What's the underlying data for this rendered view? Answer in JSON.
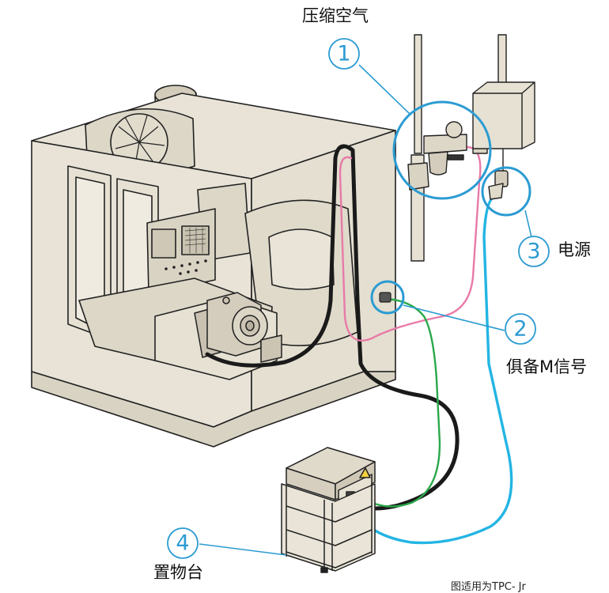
{
  "labels": {
    "compressed_air": "压缩空气",
    "power": "电源",
    "m_signal": "俱备M信号",
    "stand": "置物台",
    "note": "图适用为TPC- Jr"
  },
  "callouts": {
    "one": "1",
    "two": "2",
    "three": "3",
    "four": "4"
  },
  "colors": {
    "accent_blue": "#2b9bd2",
    "machine_fill": "#e8e3d6",
    "outline": "#222222",
    "pink_line": "#e87aa8",
    "green_line": "#2aa84a",
    "cyan_line": "#23b5e3",
    "black_cable": "#1a1a1a"
  }
}
